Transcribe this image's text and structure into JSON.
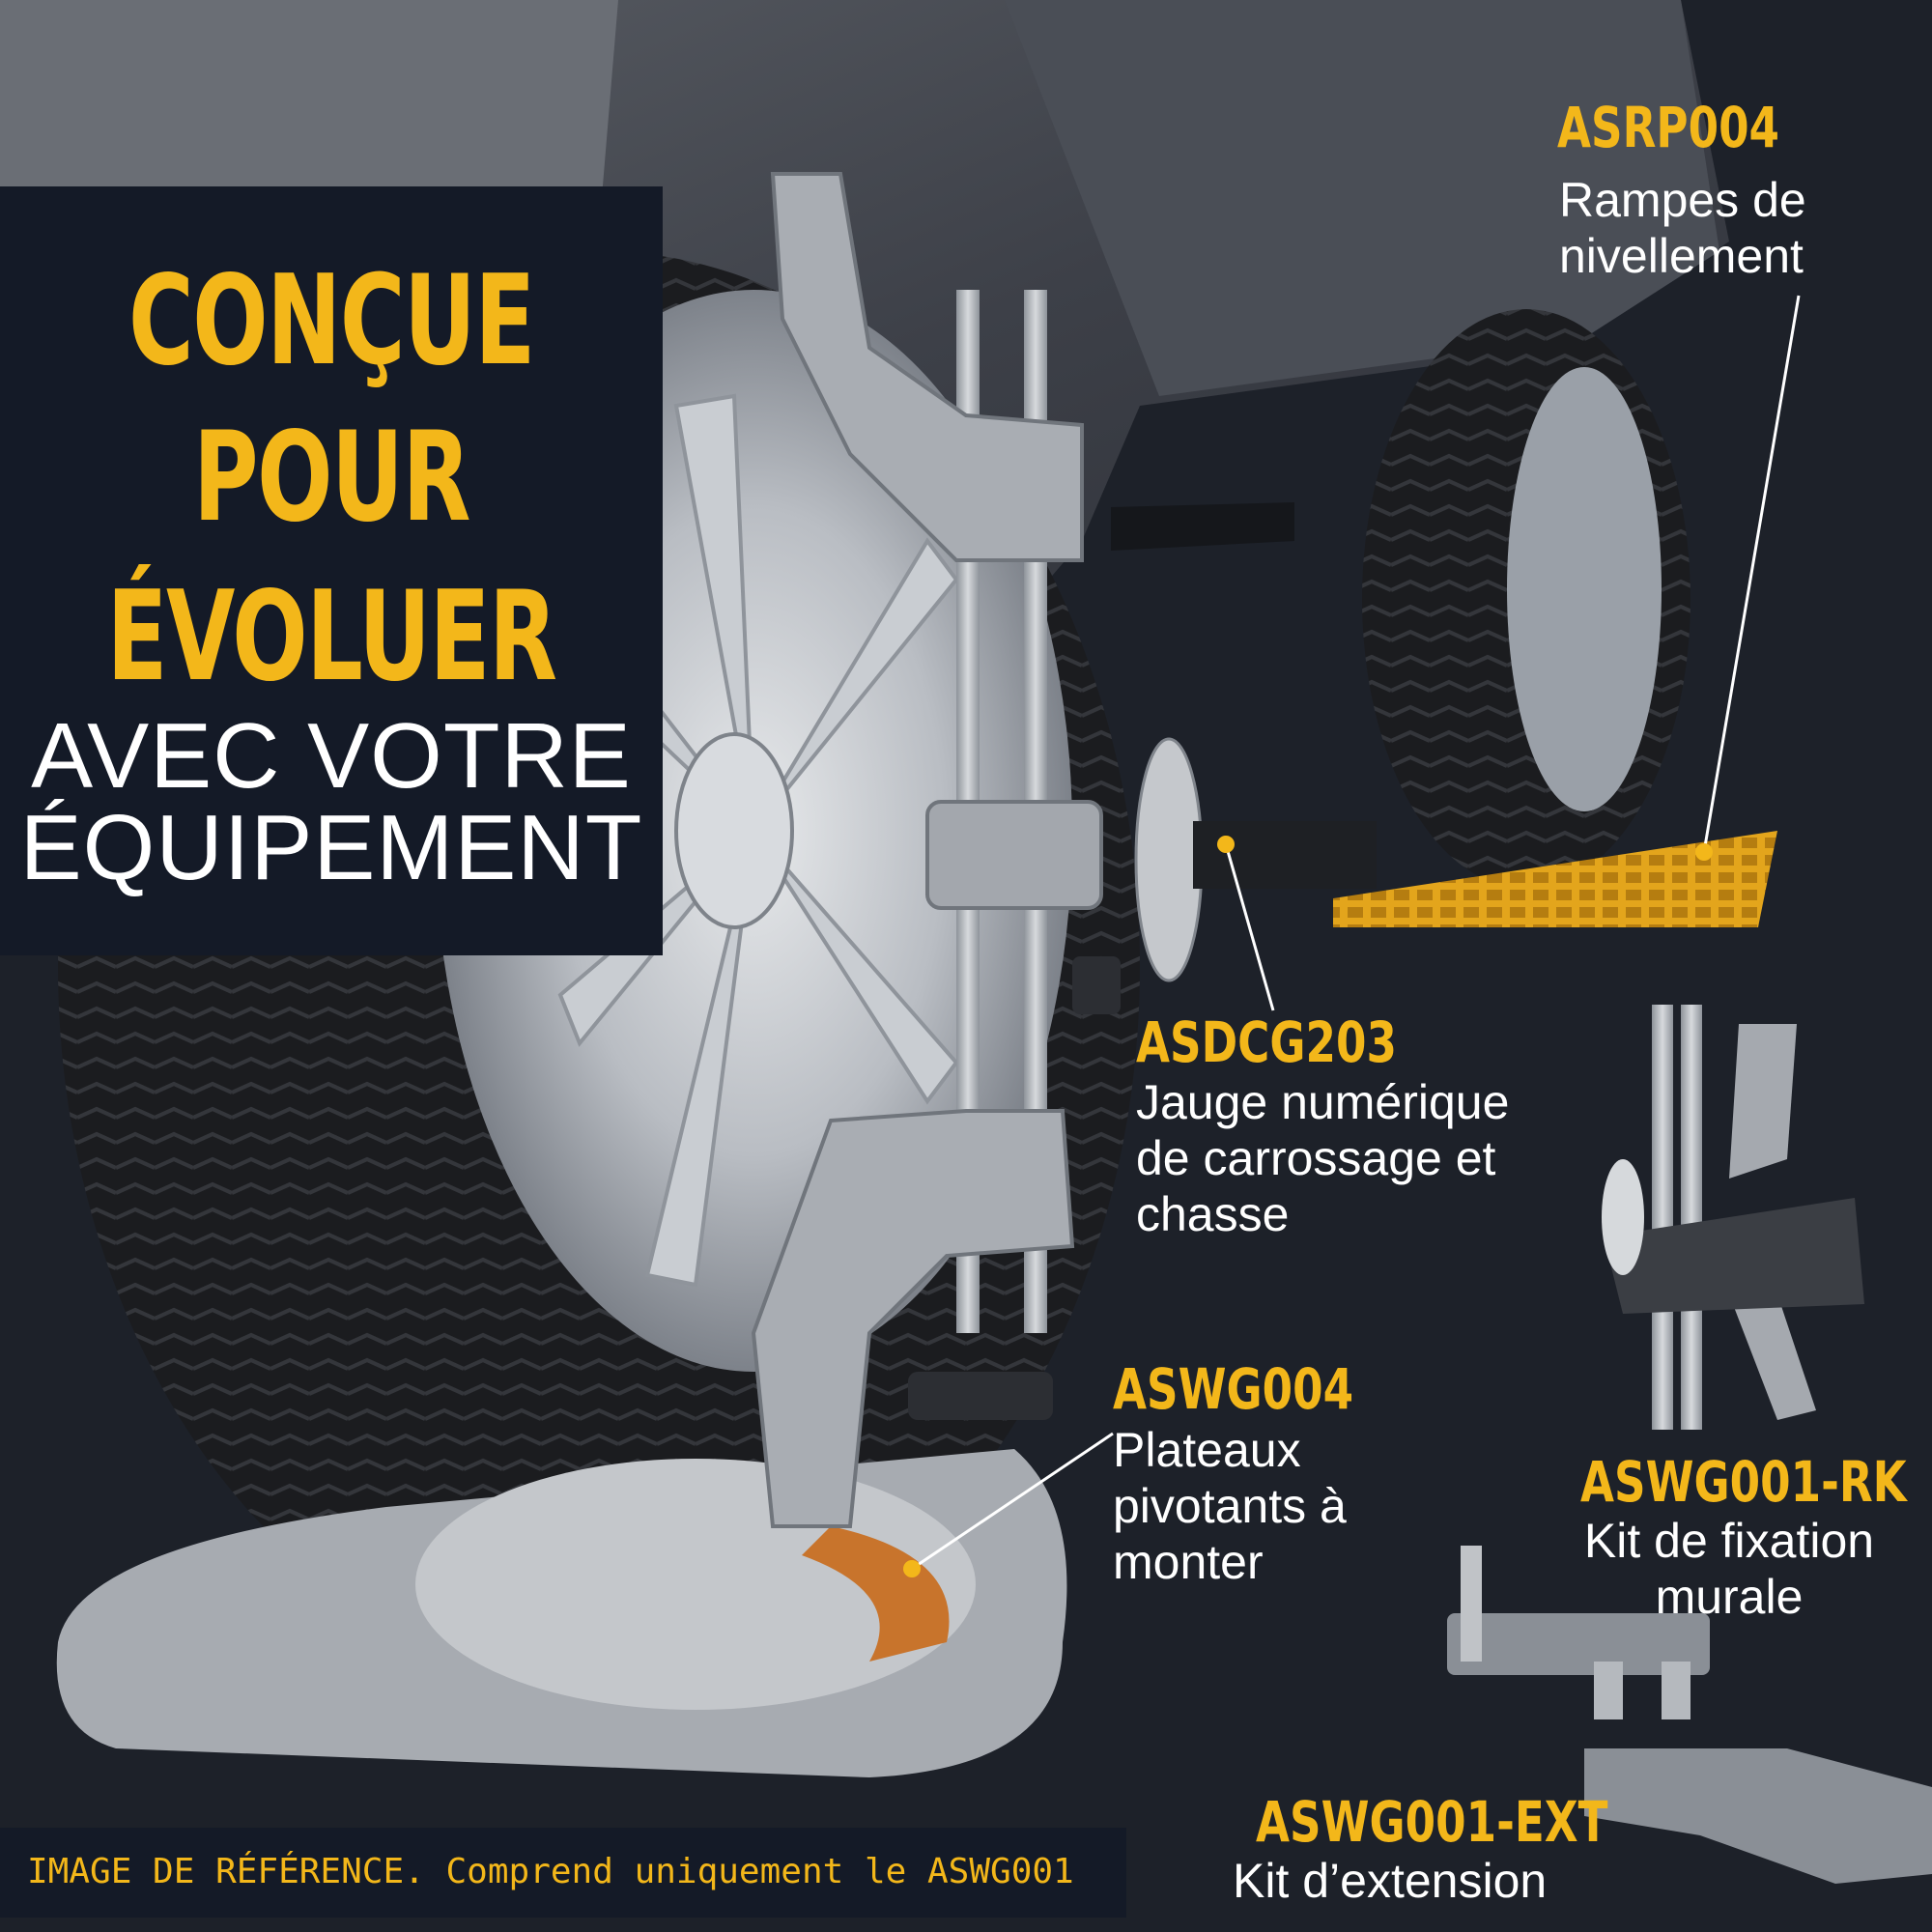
{
  "headline": {
    "line1": "CONÇUE",
    "line2": "POUR",
    "line3": "ÉVOLUER",
    "line4": "AVEC VOTRE",
    "line5": "ÉQUIPEMENT"
  },
  "products": [
    {
      "code": "ASRP004",
      "desc1": "Rampes de",
      "desc2": "nivellement"
    },
    {
      "code": "ASDCG203",
      "desc1": "Jauge numérique",
      "desc2": "de carrossage et",
      "desc3": "chasse"
    },
    {
      "code": "ASWG004",
      "desc1": "Plateaux",
      "desc2": "pivotants à",
      "desc3": "monter"
    },
    {
      "code": "ASWG001-RK",
      "desc1": "Kit de fixation",
      "desc2": "murale"
    },
    {
      "code": "ASWG001-EXT",
      "desc1": "Kit d’extension"
    }
  ],
  "footer": {
    "part1": "IMAGE DE RÉFÉRENCE.",
    "part2": "Comprend uniquement le ASWG001"
  },
  "colors": {
    "accent": "#f3b71a",
    "panel": "#141a27",
    "background": "#1d2129"
  }
}
